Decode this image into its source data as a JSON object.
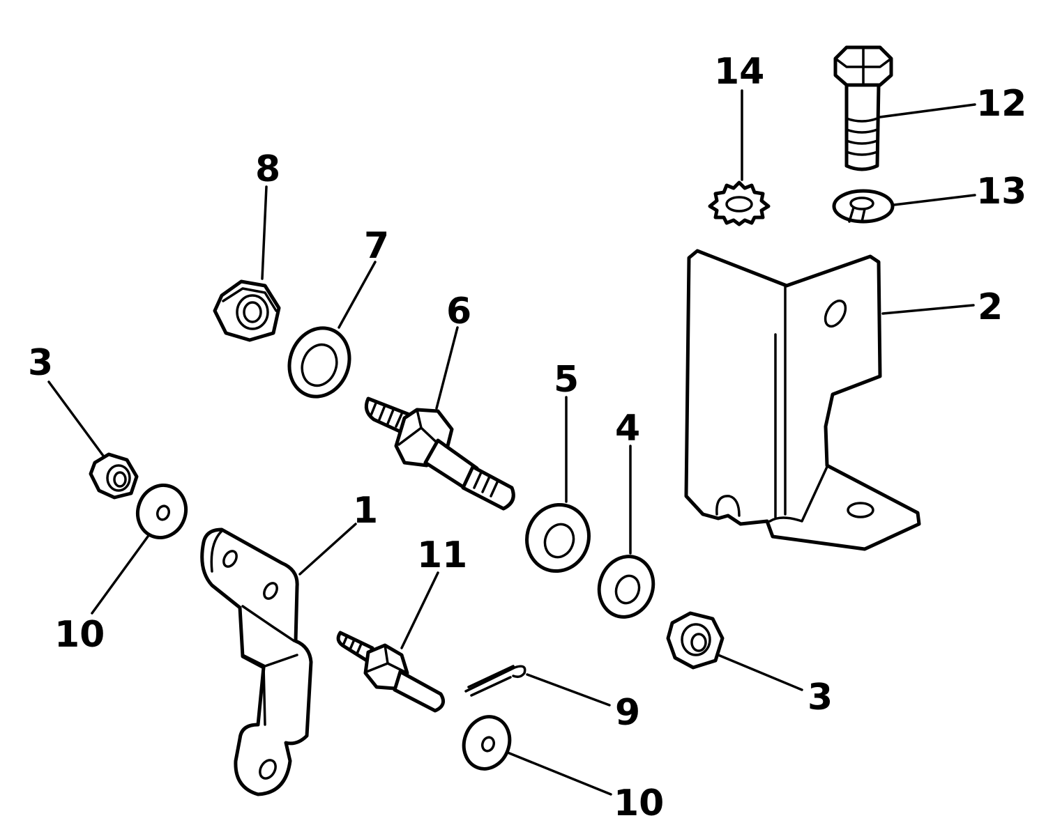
{
  "diagram": {
    "callouts": [
      {
        "id": "c1",
        "label": "1"
      },
      {
        "id": "c2",
        "label": "2"
      },
      {
        "id": "c3a",
        "label": "3"
      },
      {
        "id": "c3b",
        "label": "3"
      },
      {
        "id": "c4",
        "label": "4"
      },
      {
        "id": "c5",
        "label": "5"
      },
      {
        "id": "c6",
        "label": "6"
      },
      {
        "id": "c7",
        "label": "7"
      },
      {
        "id": "c8",
        "label": "8"
      },
      {
        "id": "c9",
        "label": "9"
      },
      {
        "id": "c10a",
        "label": "10"
      },
      {
        "id": "c10b",
        "label": "10"
      },
      {
        "id": "c11",
        "label": "11"
      },
      {
        "id": "c12",
        "label": "12"
      },
      {
        "id": "c13",
        "label": "13"
      },
      {
        "id": "c14",
        "label": "14"
      }
    ]
  }
}
